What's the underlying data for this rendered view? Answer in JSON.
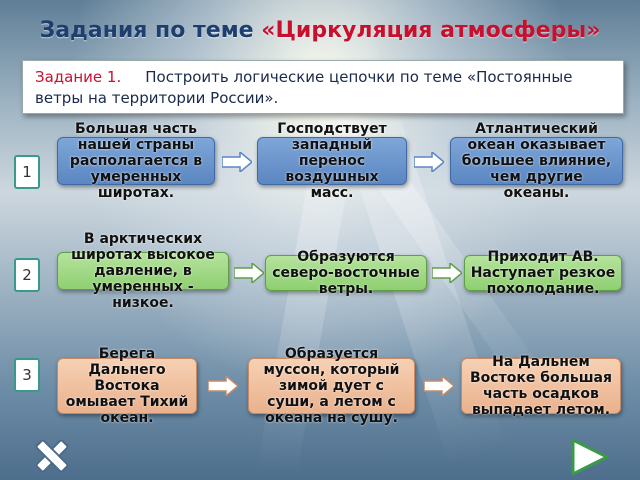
{
  "title": {
    "prefix": "Задания по теме",
    "highlight": "«Циркуляция атмосферы»"
  },
  "task": {
    "label": "Задание 1.",
    "text": "Построить логические цепочки по теме «Постоянные ветры на территории России»."
  },
  "rows": [
    {
      "number": "1",
      "boxes": [
        "Большая часть нашей страны располагается в умеренных широтах.",
        "Господствует западный перенос воздушных масс.",
        "Атлантический океан оказывает большее влияние, чем другие океаны."
      ]
    },
    {
      "number": "2",
      "boxes": [
        "В арктических широтах высокое давление, в умеренных - низкое.",
        "Образуются северо-восточные ветры.",
        "Приходит АВ. Наступает резкое похолодание."
      ]
    },
    {
      "number": "3",
      "boxes": [
        "Берега Дальнего Востока омывает Тихий океан.",
        "Образуется муссон, который зимой дует с суши, а летом с океана на сушу.",
        "На Дальнем Востоке большая часть осадков выпадает летом."
      ]
    }
  ],
  "colors": {
    "row1": "#5b86c1",
    "row2": "#8ecf71",
    "row3": "#eab18d",
    "accent": "#c8102e",
    "title": "#1e3f6e"
  },
  "icons": {
    "close": "close-icon",
    "next": "next-arrow-icon"
  }
}
